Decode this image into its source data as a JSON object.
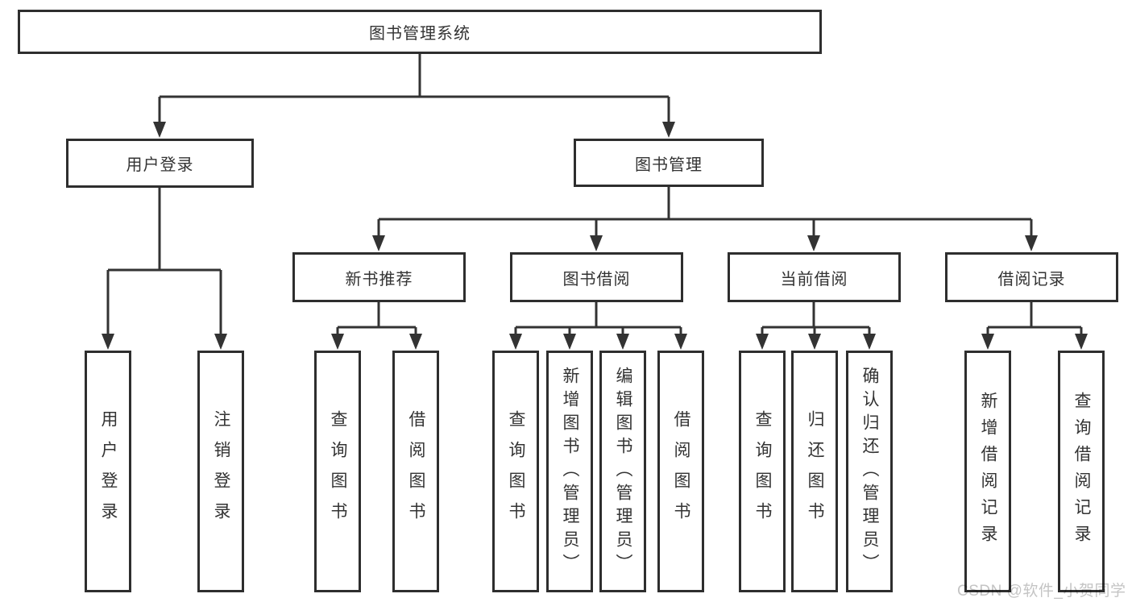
{
  "tree": {
    "root": {
      "label": "图书管理系统"
    },
    "branches": [
      {
        "label": "用户登录",
        "children": [
          {
            "label": "用户登录"
          },
          {
            "label": "注销登录"
          }
        ]
      },
      {
        "label": "图书管理",
        "children": [
          {
            "label": "新书推荐",
            "children": [
              {
                "label": "查询图书"
              },
              {
                "label": "借阅图书"
              }
            ]
          },
          {
            "label": "图书借阅",
            "children": [
              {
                "label": "查询图书"
              },
              {
                "label": "新增图书（管理员）"
              },
              {
                "label": "编辑图书（管理员）"
              },
              {
                "label": "借阅图书"
              }
            ]
          },
          {
            "label": "当前借阅",
            "children": [
              {
                "label": "查询图书"
              },
              {
                "label": "归还图书"
              },
              {
                "label": "确认归还（管理员）"
              }
            ]
          },
          {
            "label": "借阅记录",
            "children": [
              {
                "label": "新增借阅记录"
              },
              {
                "label": "查询借阅记录"
              }
            ]
          }
        ]
      }
    ]
  },
  "watermark": "CSDN @软件_小贺同学",
  "colors": {
    "background": "#ffffff",
    "box_border": "#2e2e2e",
    "line": "#333333",
    "text": "#333333",
    "watermark": "#c4c4c4"
  }
}
